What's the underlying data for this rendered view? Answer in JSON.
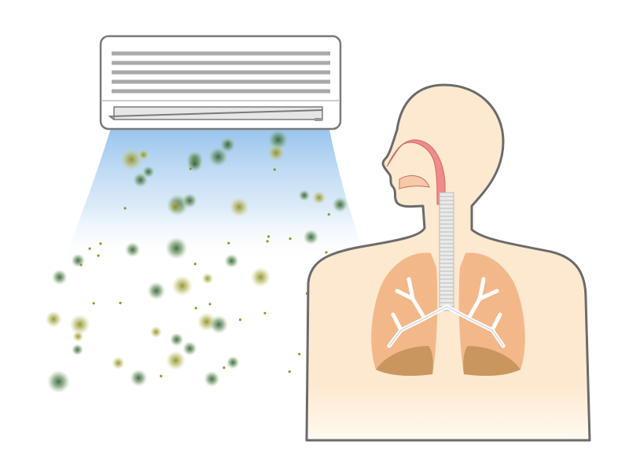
{
  "illustration": {
    "subject": [
      "air-conditioner",
      "airborne-particles",
      "human-respiratory-system"
    ],
    "colors": {
      "ac_body": "#ffffff",
      "ac_stroke": "#7a7a7a",
      "ac_slats": "#a9a9a9",
      "airflow": "#9cc6ee",
      "skin": "#fde9cf",
      "outline": "#6b6b6b",
      "lung": "#f3b889",
      "lung_base": "#c99660",
      "nasal": "#ef8b8b",
      "trachea": "#e9e9e9",
      "bronchi": "#ffffff",
      "particle": "#6b8f3a"
    }
  }
}
